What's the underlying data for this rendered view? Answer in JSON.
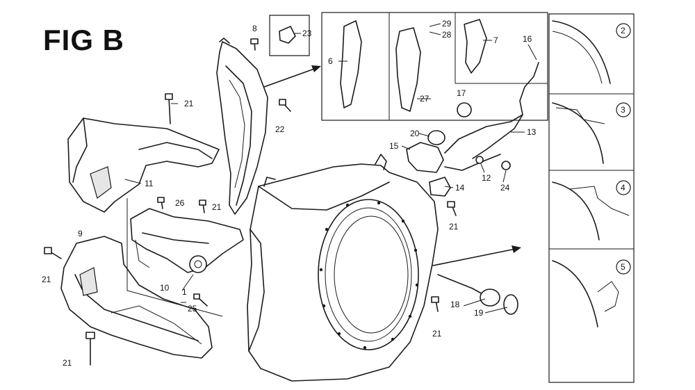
{
  "title": "FIG B",
  "part_labels": {
    "p2": "2",
    "p3": "3",
    "p4": "4",
    "p5": "5",
    "p6": "6",
    "p7": "7",
    "p8": "8",
    "p9": "9",
    "p10": "10",
    "p11": "11",
    "p12": "12",
    "p13": "13",
    "p14": "14",
    "p15": "15",
    "p16": "16",
    "p17": "17",
    "p18": "18",
    "p19": "19",
    "p20": "20",
    "p21a": "21",
    "p21b": "21",
    "p21c": "21",
    "p21d": "21",
    "p21e": "21",
    "p21f": "21",
    "p22": "22",
    "p23": "23",
    "p24": "24",
    "p25": "25",
    "p26": "26",
    "p27": "27",
    "p28": "28",
    "p29": "29",
    "p1": "1"
  }
}
